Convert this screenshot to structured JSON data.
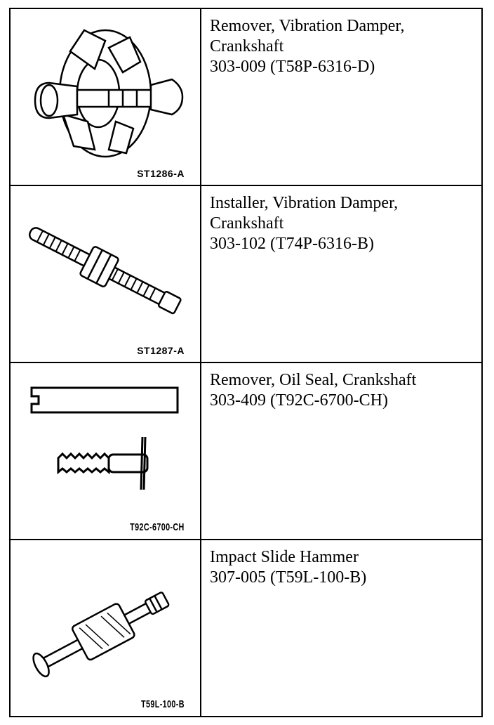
{
  "tools": [
    {
      "figure_label": "ST1286-A",
      "icon": "vibration-damper-remover-icon",
      "lines": [
        "Remover, Vibration Damper,",
        "Crankshaft",
        "303-009 (T58P-6316-D)"
      ]
    },
    {
      "figure_label": "ST1287-A",
      "icon": "vibration-damper-installer-icon",
      "lines": [
        "Installer, Vibration Damper,",
        "Crankshaft",
        "303-102 (T74P-6316-B)"
      ]
    },
    {
      "figure_label": "T92C-6700-CH",
      "icon": "oil-seal-remover-icon",
      "lines": [
        "Remover, Oil Seal, Crankshaft",
        "303-409 (T92C-6700-CH)"
      ]
    },
    {
      "figure_label": "T59L-100-B",
      "icon": "slide-hammer-icon",
      "lines": [
        "Impact Slide Hammer",
        "307-005 (T59L-100-B)"
      ]
    }
  ]
}
